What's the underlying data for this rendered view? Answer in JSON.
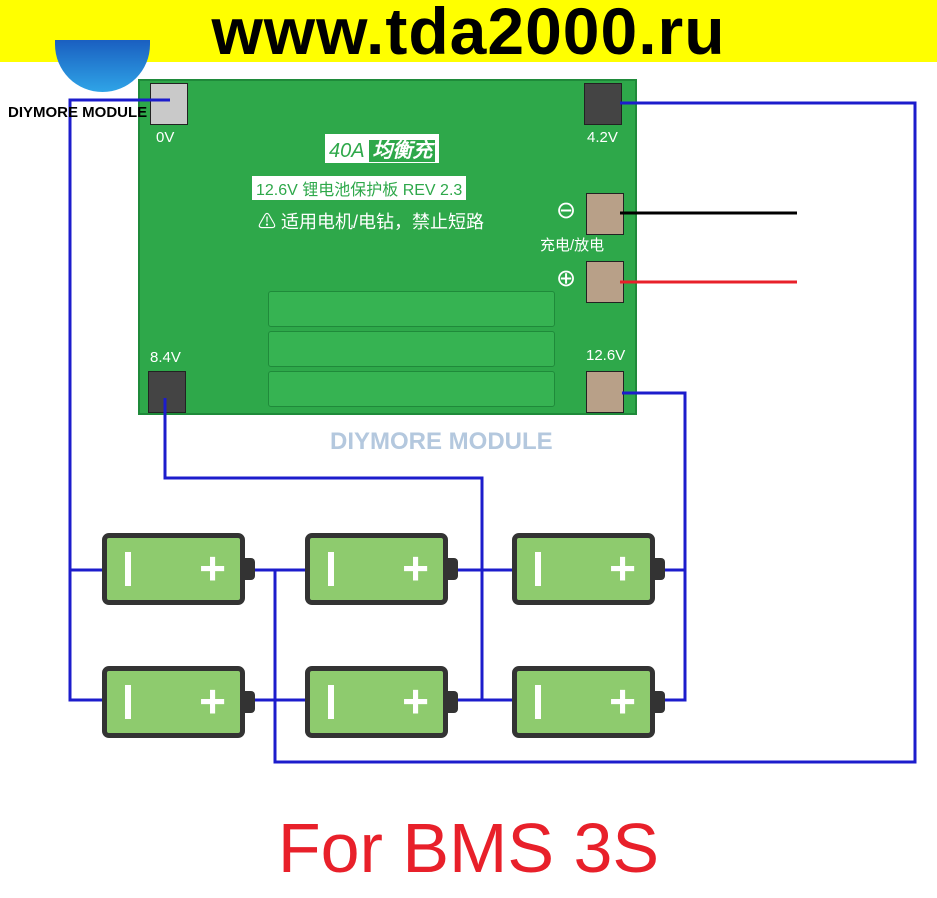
{
  "banner": {
    "url_text": "www.tda2000.ru"
  },
  "brand": "DIYMORE MODULE",
  "watermark": "DIYMORE MODULE",
  "pcb": {
    "pad_0v": "0V",
    "pad_42v": "4.2V",
    "pad_84v": "8.4V",
    "pad_126v": "12.6V",
    "current": "40A",
    "balance": "均衡充",
    "board_name": "12.6V 锂电池保护板 REV 2.3",
    "warning": "适用电机/电钻，禁止短路",
    "charge_discharge": "充电/放电",
    "minus": "⊖",
    "plus": "⊕"
  },
  "battery": {
    "minus": "I",
    "plus": "+"
  },
  "colors": {
    "wire": "#1c1ccc",
    "neg_wire": "#000000",
    "pos_wire": "#e8202a",
    "title": "#e8202a"
  },
  "title": "For BMS 3S"
}
